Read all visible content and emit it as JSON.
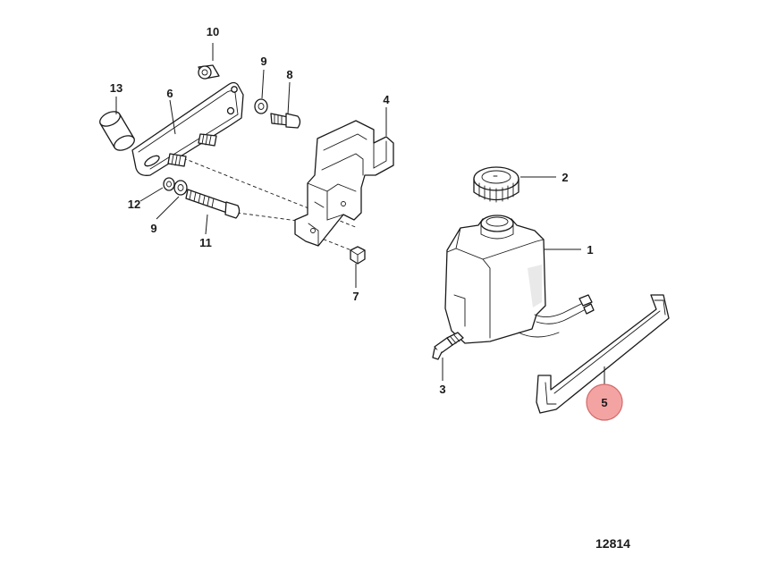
{
  "callouts": {
    "c1": "1",
    "c2": "2",
    "c3": "3",
    "c4": "4",
    "c5": "5",
    "c6": "6",
    "c7": "7",
    "c8": "8",
    "c9a": "9",
    "c9b": "9",
    "c10": "10",
    "c11": "11",
    "c12": "12",
    "c13": "13"
  },
  "highlight": {
    "callout": "5",
    "color": "#f4a3a3"
  },
  "reference_number": "12814"
}
